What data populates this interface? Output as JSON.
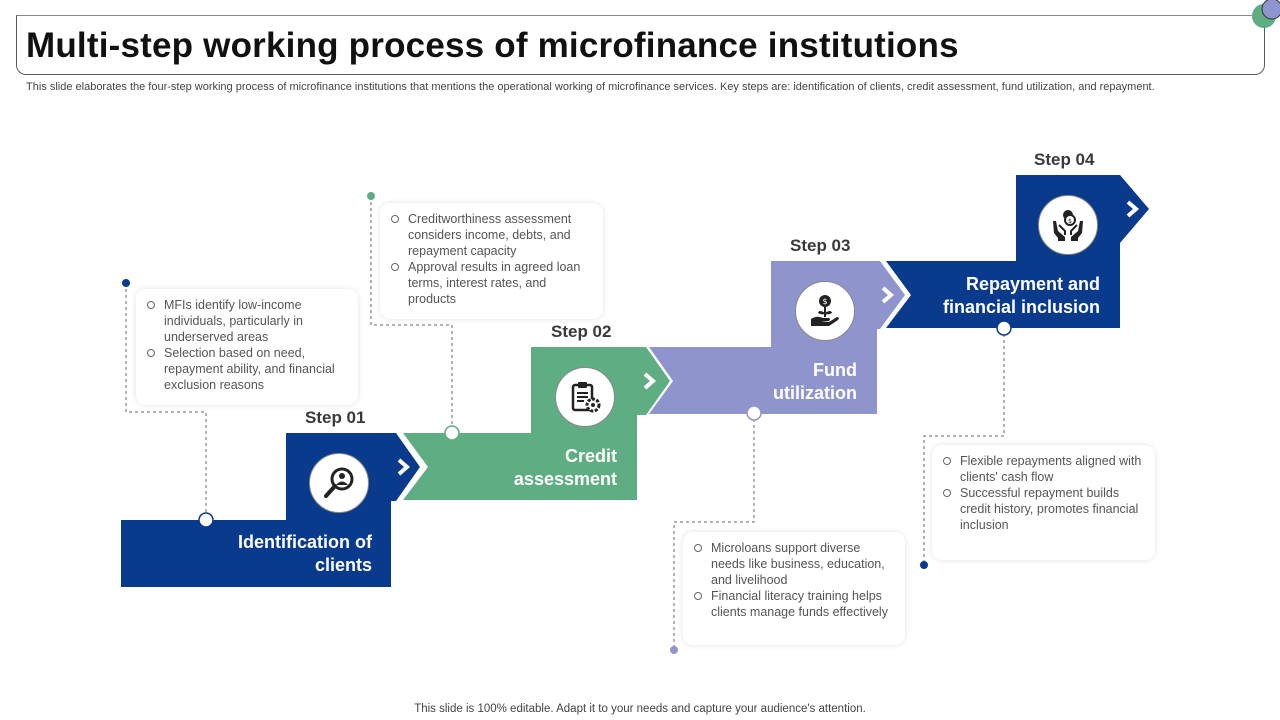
{
  "page": {
    "title": "Multi-step working process of microfinance institutions",
    "subtitle": "This slide elaborates the four-step working process of microfinance institutions that mentions the operational working of microfinance services. Key steps are: identification of clients, credit assessment, fund utilization, and repayment.",
    "footer": "This slide is 100% editable. Adapt it to your needs and capture your audience's attention."
  },
  "colors": {
    "navy": "#0a3a8c",
    "green": "#5fad82",
    "lavender": "#8f94cc",
    "dot_navy": "#0a3a8c",
    "dot_green": "#5fad82",
    "dot_lavender": "#8f94cc"
  },
  "steps": [
    {
      "label": "Step 01",
      "name_line1": "Identification of",
      "name_line2": "clients",
      "icon": "magnifier-person-icon",
      "points": [
        "MFIs identify low-income individuals, particularly in underserved areas",
        "Selection based on need, repayment ability, and financial exclusion reasons"
      ]
    },
    {
      "label": "Step 02",
      "name_line1": "Credit",
      "name_line2": "assessment",
      "icon": "clipboard-gear-icon",
      "points": [
        "Creditworthiness assessment considers income, debts, and repayment capacity",
        "Approval results in agreed loan terms, interest rates, and products"
      ]
    },
    {
      "label": "Step 03",
      "name_line1": "Fund",
      "name_line2": "utilization",
      "icon": "hand-plant-coin-icon",
      "points": [
        "Microloans support diverse needs like business, education, and livelihood",
        "Financial literacy training helps clients manage funds effectively"
      ]
    },
    {
      "label": "Step 04",
      "name_line1": "Repayment and",
      "name_line2": "financial inclusion",
      "icon": "hands-coins-icon",
      "points": [
        "Flexible repayments aligned with clients' cash flow",
        "Successful repayment builds credit history, promotes financial inclusion"
      ]
    }
  ]
}
